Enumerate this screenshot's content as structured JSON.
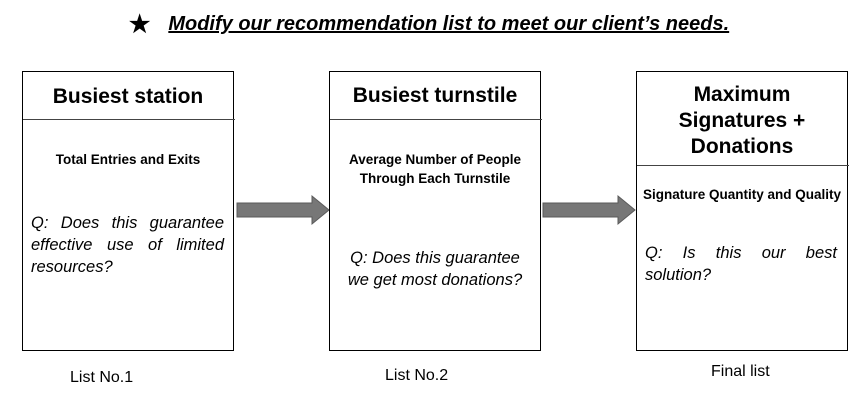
{
  "headline": {
    "star_icon": "★",
    "text": "Modify our recommendation list to meet our client’s needs."
  },
  "boxes": [
    {
      "title": "Busiest station",
      "subtitle": "Total Entries and Exits",
      "question": "Q: Does this guarantee effective use of limited resources?",
      "caption": "List No.1"
    },
    {
      "title": "Busiest turnstile",
      "subtitle": "Average Number of People Through Each Turnstile",
      "question": "Q: Does this guarantee we get most donations?",
      "caption": "List No.2"
    },
    {
      "title": "Maximum Signatures + Donations",
      "subtitle": "Signature Quantity and Quality",
      "question": "Q: Is this our best solution?",
      "caption": "Final list"
    }
  ],
  "colors": {
    "arrow_fill": "#777777",
    "arrow_stroke": "#5a5a5a",
    "border": "#000000"
  }
}
